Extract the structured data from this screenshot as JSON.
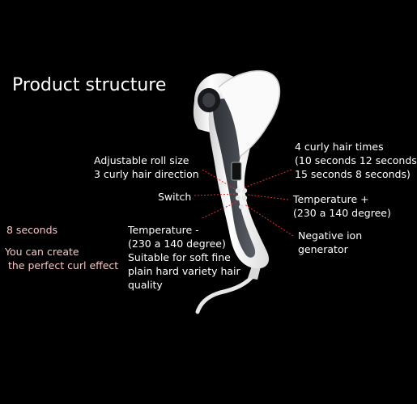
{
  "title": "Product structure",
  "callouts": {
    "roll_size": "Adjustable roll size\n3 curly hair direction",
    "switch": "Switch",
    "temp_minus": "Temperature -\n(230 a 140 degree)\nSuitable for soft fine\nplain hard variety hair\nquality",
    "curl_times": "4 curly hair times\n(10 seconds 12 seconds\n15 seconds 8 seconds)",
    "temp_plus": "Temperature +\n(230 a 140 degree)",
    "ion": "Negative ion\ngenerator"
  },
  "side_notes": {
    "seconds": "8 seconds",
    "curl_effect": "You can create\n the perfect curl effect"
  },
  "colors": {
    "background": "#000000",
    "text": "#ffffff",
    "accent_text": "#f4c7c7",
    "leader_line": "#e03030",
    "device_shell": "#f4f4f4",
    "device_inset": "#4a4e54"
  },
  "device": {
    "display_icon": "display-window-icon",
    "buttons": [
      "button-icon",
      "button-icon",
      "button-icon",
      "button-icon"
    ]
  }
}
